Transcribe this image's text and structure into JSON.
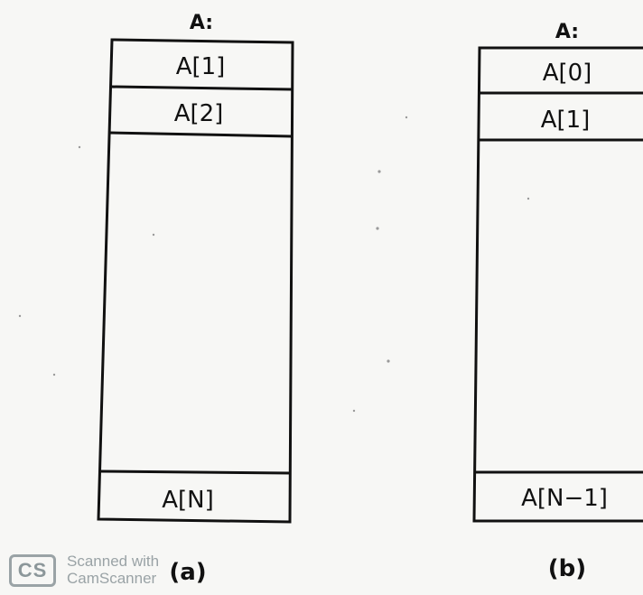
{
  "diagrams": [
    {
      "array_label": "A:",
      "top_cells": [
        "A[1]",
        "A[2]"
      ],
      "bottom_cell": "A[N]",
      "caption": "(a)"
    },
    {
      "array_label": "A:",
      "top_cells": [
        "A[0]",
        "A[1]"
      ],
      "bottom_cell": "A[N−1]",
      "caption": "(b)"
    }
  ],
  "watermark": {
    "logo": "CS",
    "line1": "Scanned with",
    "line2": "CamScanner"
  }
}
